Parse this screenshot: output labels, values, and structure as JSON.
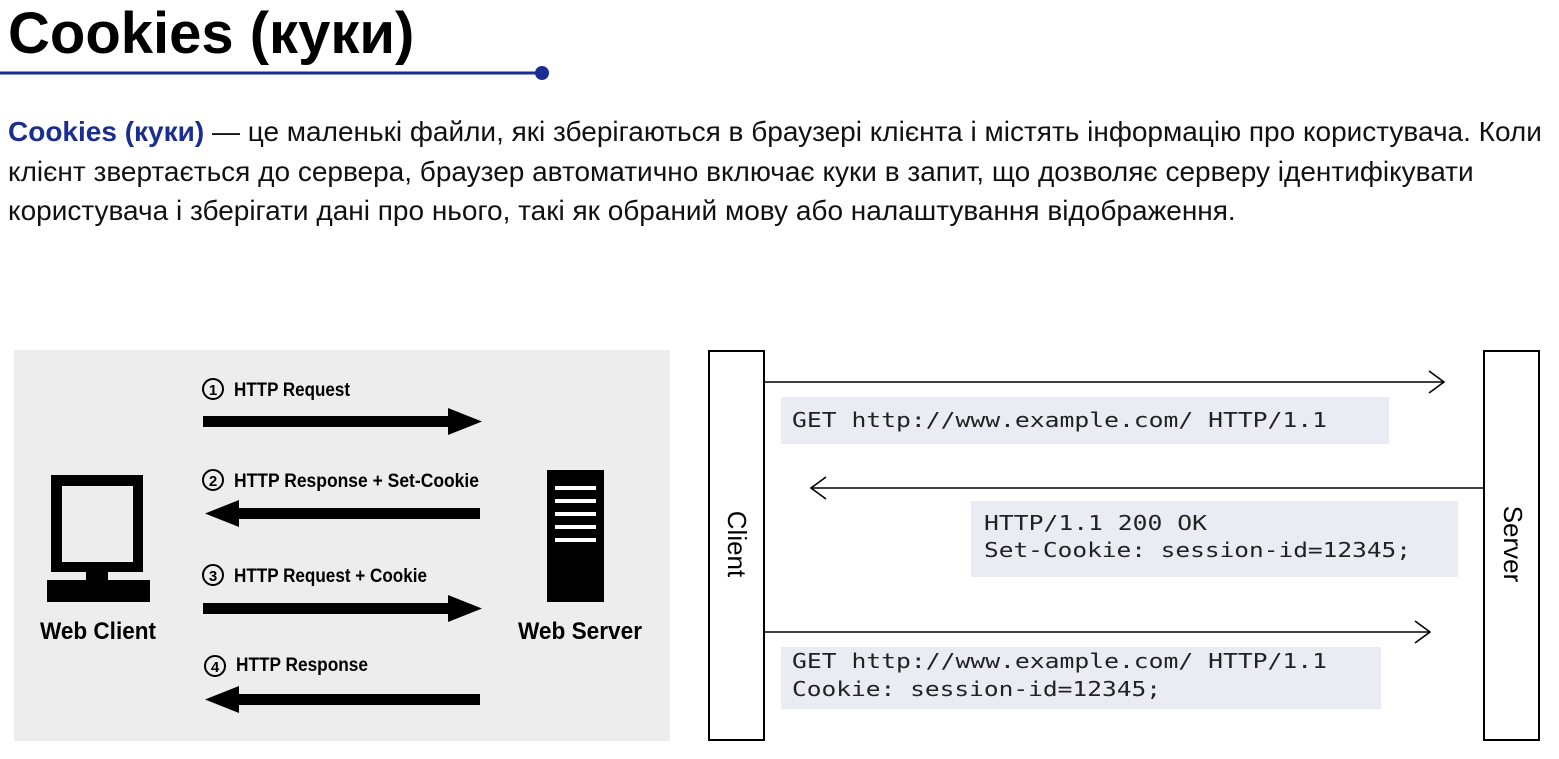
{
  "slide": {
    "title": "Cookies (куки)",
    "accent_color": "#1b2d8f"
  },
  "intro": {
    "term": "Cookies (куки)",
    "text": " — це маленькі файли, які зберігаються в браузері клієнта і містять інформацію про користувача. Коли клієнт звертається до сервера, браузер автоматично включає куки в запит, що дозволяє серверу ідентифікувати користувача і зберігати дані про нього, такі як обраний мову або налаштування відображення."
  },
  "left_diagram": {
    "client_label": "Web Client",
    "server_label": "Web Server",
    "client_icon": "computer-icon",
    "server_icon": "server-icon",
    "steps": [
      {
        "number": "1",
        "label": "HTTP Request",
        "direction": "to-server"
      },
      {
        "number": "2",
        "label": "HTTP Response + Set-Cookie",
        "direction": "to-client"
      },
      {
        "number": "3",
        "label": "HTTP Request + Cookie",
        "direction": "to-server"
      },
      {
        "number": "4",
        "label": "HTTP Response",
        "direction": "to-client"
      }
    ]
  },
  "right_diagram": {
    "client_label": "Client",
    "server_label": "Server",
    "messages": [
      {
        "direction": "to-server",
        "lines": [
          "GET http://www.example.com/ HTTP/1.1"
        ]
      },
      {
        "direction": "to-client",
        "lines": [
          "HTTP/1.1 200 OK",
          "Set-Cookie: session-id=12345;"
        ]
      },
      {
        "direction": "to-server",
        "lines": [
          "GET http://www.example.com/ HTTP/1.1",
          "Cookie: session-id=12345;"
        ]
      }
    ]
  }
}
